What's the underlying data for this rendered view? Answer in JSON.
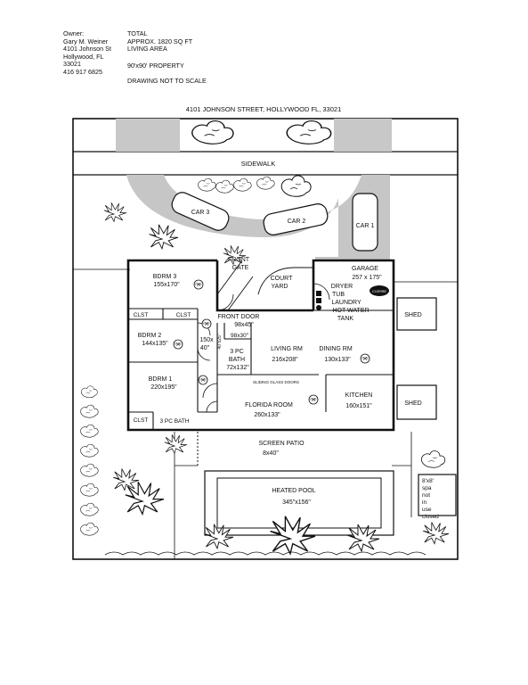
{
  "header": {
    "owner_lines": [
      "Owner:",
      "Gary M. Weiner",
      "4101 Johnson St",
      "Hollywood, FL",
      "33021",
      "416 917 6825"
    ],
    "total_lines": [
      "TOTAL",
      "APPROX. 1820 SQ FT",
      "LIVING AREA"
    ],
    "property": "90'x90' PROPERTY",
    "scale_note": "DRAWING NOT TO SCALE"
  },
  "address": "4101 JOHNSON STREET, HOLLYWOOD FL, 33021",
  "site": {
    "sidewalk": "SIDEWALK",
    "cars": [
      "CAR 3",
      "CAR 2",
      "CAR 1"
    ],
    "front_gate": [
      "FRONT",
      "GATE"
    ],
    "courtyard": [
      "COURT",
      "YARD"
    ],
    "sheds": [
      "SHED",
      "SHED"
    ],
    "screen_patio": [
      "SCREEN PATIO",
      "8x40\""
    ],
    "pool": [
      "HEATED POOL",
      "345\"x156\""
    ],
    "spa_note": [
      "8'x8'",
      "spa",
      "not",
      "in",
      "use",
      "closed"
    ]
  },
  "rooms": {
    "bdrm3": [
      "BDRM 3",
      "155x170\""
    ],
    "bdrm2": [
      "BDRM 2",
      "144x135\""
    ],
    "bdrm1": [
      "BDRM 1",
      "220x195\""
    ],
    "closets": [
      "CLST",
      "CLST",
      "CLST"
    ],
    "front_door": [
      "FRONT DOOR",
      "98x45\""
    ],
    "hall": [
      "150x",
      "40\""
    ],
    "small_room": "98x30\"",
    "pc_bath_main": [
      "3 PC",
      "BATH",
      "72x132\""
    ],
    "pc_bath_small": "3 PC BATH",
    "living": [
      "LIVING RM",
      "216x208\""
    ],
    "dining": [
      "DINING RM",
      "130x133\""
    ],
    "kitchen": [
      "KITCHEN",
      "160x151\""
    ],
    "florida": [
      "FLORIDA ROOM",
      "260x133\""
    ],
    "sliding_doors": "SLIDING GLASS DOORS",
    "garage": [
      "GARAGE",
      "257 x 175\""
    ],
    "laundry": [
      "DRYER",
      "TUB",
      "LAUNDRY",
      "HOT WATER",
      "TANK"
    ],
    "vertical_label": "40\"x25\"",
    "fire_label": "FIRE",
    "co_fire_label": "CO/FIRE"
  }
}
